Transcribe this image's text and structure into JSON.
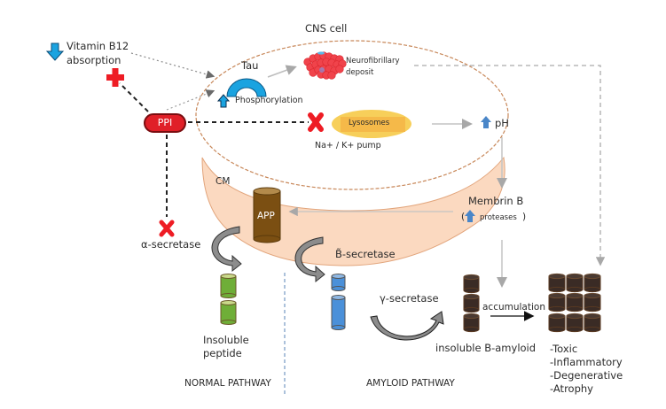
{
  "title": "CNS cell",
  "colors": {
    "ppi_red": "#e02028",
    "cross_red": "#ee1c24",
    "tau_blue": "#1aa3e0",
    "up_arrow_blue": "#4a86c8",
    "membrane_fill": "#fbd9c0",
    "cell_border": "#c8885a",
    "lysosome_fill": "#f7cf5a",
    "app_brown": "#7b4f12",
    "peptide_green": "#6fae38",
    "fragment_blue": "#4a90d9",
    "amyloid_dark": "#3a2b25"
  },
  "nodes": {
    "vitamin_b12": {
      "icon": "down-arrow-icon",
      "line1": "Vitamin B12",
      "line2": "absorption"
    },
    "ppi": {
      "label": "PPI"
    },
    "cns_cell": {
      "label": "CNS cell"
    },
    "tau": {
      "label": "Tau"
    },
    "phosphorylation": {
      "icon": "up-arrow-icon",
      "label": "Phosphorylation"
    },
    "neurofibrillary": {
      "line1": "Neurofibrillary",
      "line2": "deposit"
    },
    "lysosomes": {
      "label": "Lysosomes"
    },
    "pump": {
      "label": "Na+ / K+ pump"
    },
    "ph": {
      "icon": "up-arrow-icon",
      "label": "pH"
    },
    "membrin": {
      "line1": "Membrin B",
      "paren_open": "(",
      "label2": "proteases",
      "paren_close": ")"
    },
    "cm": {
      "label": "CM"
    },
    "app": {
      "label": "APP"
    },
    "alpha_secretase": {
      "label": "α-secretase"
    },
    "beta_secretase": {
      "label": "B̃-secretase"
    },
    "gamma_secretase": {
      "label": "γ-secretase"
    },
    "insoluble_peptide": {
      "line1": "Insoluble",
      "line2": "peptide"
    },
    "insoluble_amyloid": {
      "label": "insoluble B-amyloid"
    },
    "accumulation": {
      "label": "accumulation"
    },
    "effects": [
      "-Toxic",
      "-Inflammatory",
      "-Degenerative",
      "-Atrophy"
    ]
  },
  "sections": {
    "normal": "NORMAL PATHWAY",
    "amyloid": "AMYLOID PATHWAY"
  }
}
